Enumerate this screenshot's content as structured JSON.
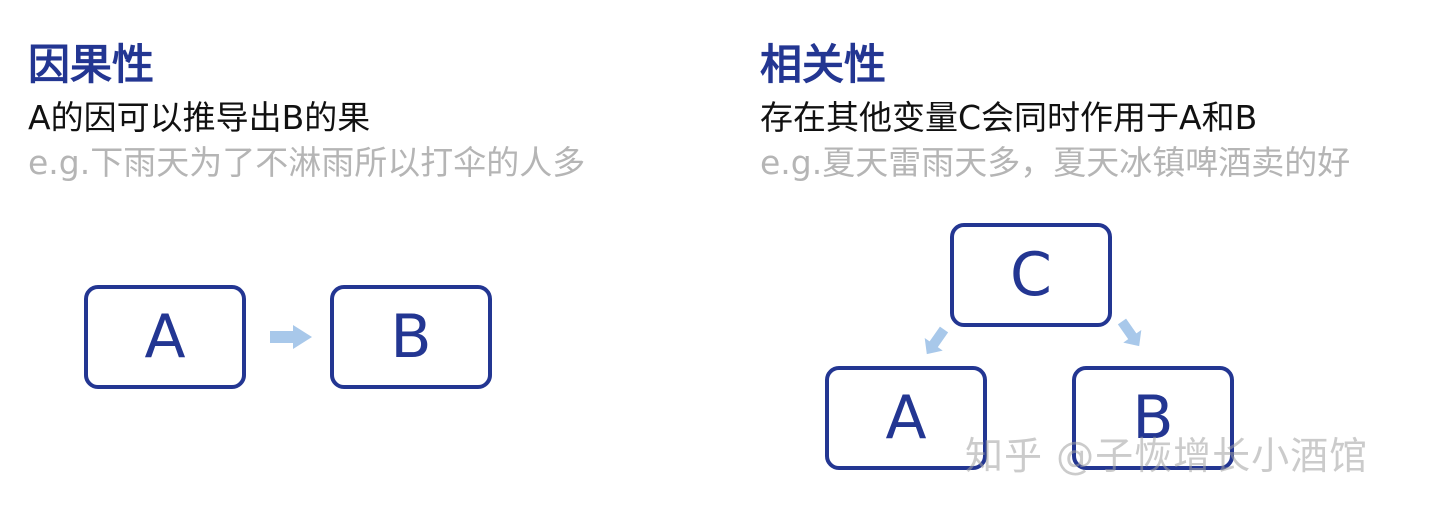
{
  "left": {
    "heading": "因果性",
    "subtitle": "A的因可以推导出B的果",
    "example": "e.g.下雨天为了不淋雨所以打伞的人多",
    "nodes": {
      "a": "A",
      "b": "B"
    }
  },
  "right": {
    "heading": "相关性",
    "subtitle": "存在其他变量C会同时作用于A和B",
    "example": "e.g.夏天雷雨天多，夏天冰镇啤酒卖的好",
    "nodes": {
      "c": "C",
      "a": "A",
      "b": "B"
    }
  },
  "watermark": "知乎 @子恢增长小酒馆",
  "colors": {
    "accent": "#233692",
    "arrow": "#a8c8ea",
    "example_text": "#b5b5b5"
  }
}
